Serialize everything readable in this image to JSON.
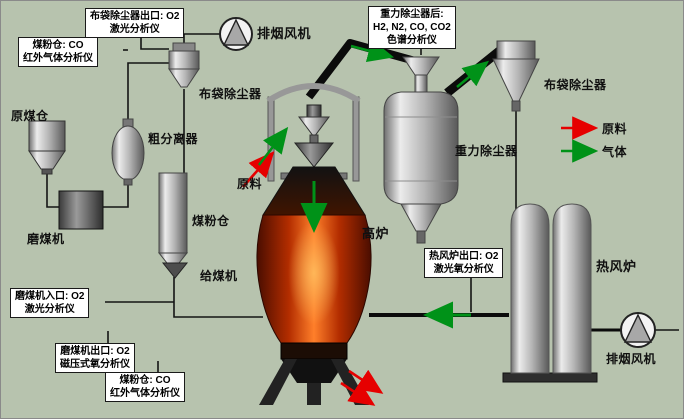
{
  "colors": {
    "background": "#b7c3ae",
    "material_arrow": "#e60000",
    "gas_arrow": "#009218"
  },
  "legend": {
    "material": "原料",
    "gas": "气体"
  },
  "labels": {
    "fan_top": "排烟风机",
    "fan_bottom": "排烟风机",
    "bag_collector_center": "布袋除尘器",
    "bag_collector_right": "布袋除尘器",
    "raw_coal_bunker": "原煤仓",
    "coarse_separator": "粗分离器",
    "raw_material": "原料",
    "coal_powder_bunker": "煤粉仓",
    "coal_mill": "磨煤机",
    "coal_feeder": "给煤机",
    "blast_furnace": "高炉",
    "gravity_collector": "重力除尘器",
    "hot_blast_stove": "热风炉"
  },
  "annotations": [
    {
      "id": "bag-collector-outlet",
      "text": "布袋除尘器出口: O2\n激光分析仪"
    },
    {
      "id": "powder-bunker-co-top",
      "text": "煤粉仓: CO\n红外气体分析仪"
    },
    {
      "id": "after-gravity-collector",
      "text": "重力除尘器后:\nH2, N2, CO, CO2\n色谱分析仪"
    },
    {
      "id": "stove-outlet",
      "text": "热风炉出口: O2\n激光氧分析仪"
    },
    {
      "id": "mill-inlet",
      "text": "磨煤机入口: O2\n激光分析仪"
    },
    {
      "id": "mill-outlet",
      "text": "磨煤机出口: O2\n磁压式氧分析仪"
    },
    {
      "id": "powder-bunker-co-bottom",
      "text": "煤粉仓: CO\n红外气体分析仪"
    }
  ]
}
